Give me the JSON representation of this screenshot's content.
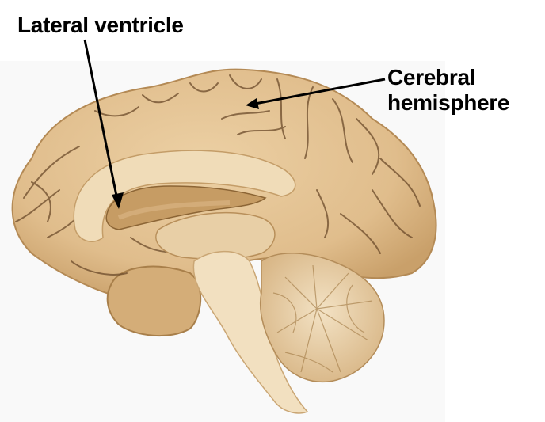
{
  "figure": {
    "subject": "Midsagittal section of the human brain",
    "labels": [
      {
        "id": "lateral-ventricle",
        "text": "Lateral ventricle"
      },
      {
        "id": "cerebral-hemisphere",
        "lines": [
          "Cerebral",
          "hemisphere"
        ]
      }
    ],
    "colors": {
      "cortex": "#e3c193",
      "cortex_shadow": "#b8925e",
      "sulcus": "#6b4a2a",
      "white_matter": "#efdcbc",
      "brainstem": "#f2e0c0",
      "cerebellum": "#ead3ad",
      "arrow": "#000000",
      "photo_background": "#f9f9f9",
      "page_background": "#ffffff"
    }
  }
}
